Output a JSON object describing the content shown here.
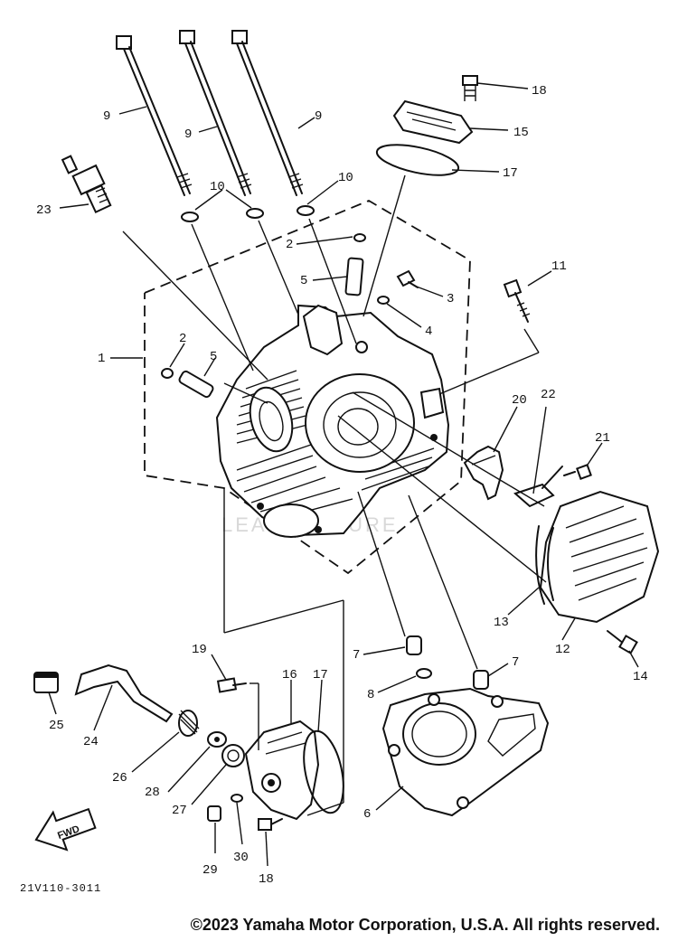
{
  "diagram": {
    "callouts": [
      {
        "id": "c9a",
        "label": "9"
      },
      {
        "id": "c9b",
        "label": "9"
      },
      {
        "id": "c9c",
        "label": "9"
      },
      {
        "id": "c18a",
        "label": "18"
      },
      {
        "id": "c15",
        "label": "15"
      },
      {
        "id": "c17a",
        "label": "17"
      },
      {
        "id": "c10a",
        "label": "10"
      },
      {
        "id": "c10b",
        "label": "10"
      },
      {
        "id": "c23",
        "label": "23"
      },
      {
        "id": "c2a",
        "label": "2"
      },
      {
        "id": "c5a",
        "label": "5"
      },
      {
        "id": "c3",
        "label": "3"
      },
      {
        "id": "c4",
        "label": "4"
      },
      {
        "id": "c11",
        "label": "11"
      },
      {
        "id": "c1",
        "label": "1"
      },
      {
        "id": "c2b",
        "label": "2"
      },
      {
        "id": "c5b",
        "label": "5"
      },
      {
        "id": "c20",
        "label": "20"
      },
      {
        "id": "c22",
        "label": "22"
      },
      {
        "id": "c21",
        "label": "21"
      },
      {
        "id": "c13",
        "label": "13"
      },
      {
        "id": "c12",
        "label": "12"
      },
      {
        "id": "c14",
        "label": "14"
      },
      {
        "id": "c7a",
        "label": "7"
      },
      {
        "id": "c7b",
        "label": "7"
      },
      {
        "id": "c8",
        "label": "8"
      },
      {
        "id": "c19",
        "label": "19"
      },
      {
        "id": "c16",
        "label": "16"
      },
      {
        "id": "c17b",
        "label": "17"
      },
      {
        "id": "c25",
        "label": "25"
      },
      {
        "id": "c24",
        "label": "24"
      },
      {
        "id": "c26",
        "label": "26"
      },
      {
        "id": "c28",
        "label": "28"
      },
      {
        "id": "c27",
        "label": "27"
      },
      {
        "id": "c6",
        "label": "6"
      },
      {
        "id": "c29",
        "label": "29"
      },
      {
        "id": "c30",
        "label": "30"
      },
      {
        "id": "c18b",
        "label": "18"
      }
    ],
    "fwd_label": "FWD",
    "drawing_code": "21V110-3011",
    "watermark": "LEADVENTURE"
  },
  "footer": {
    "copyright": "©2023 Yamaha Motor Corporation, U.S.A. All rights reserved."
  }
}
